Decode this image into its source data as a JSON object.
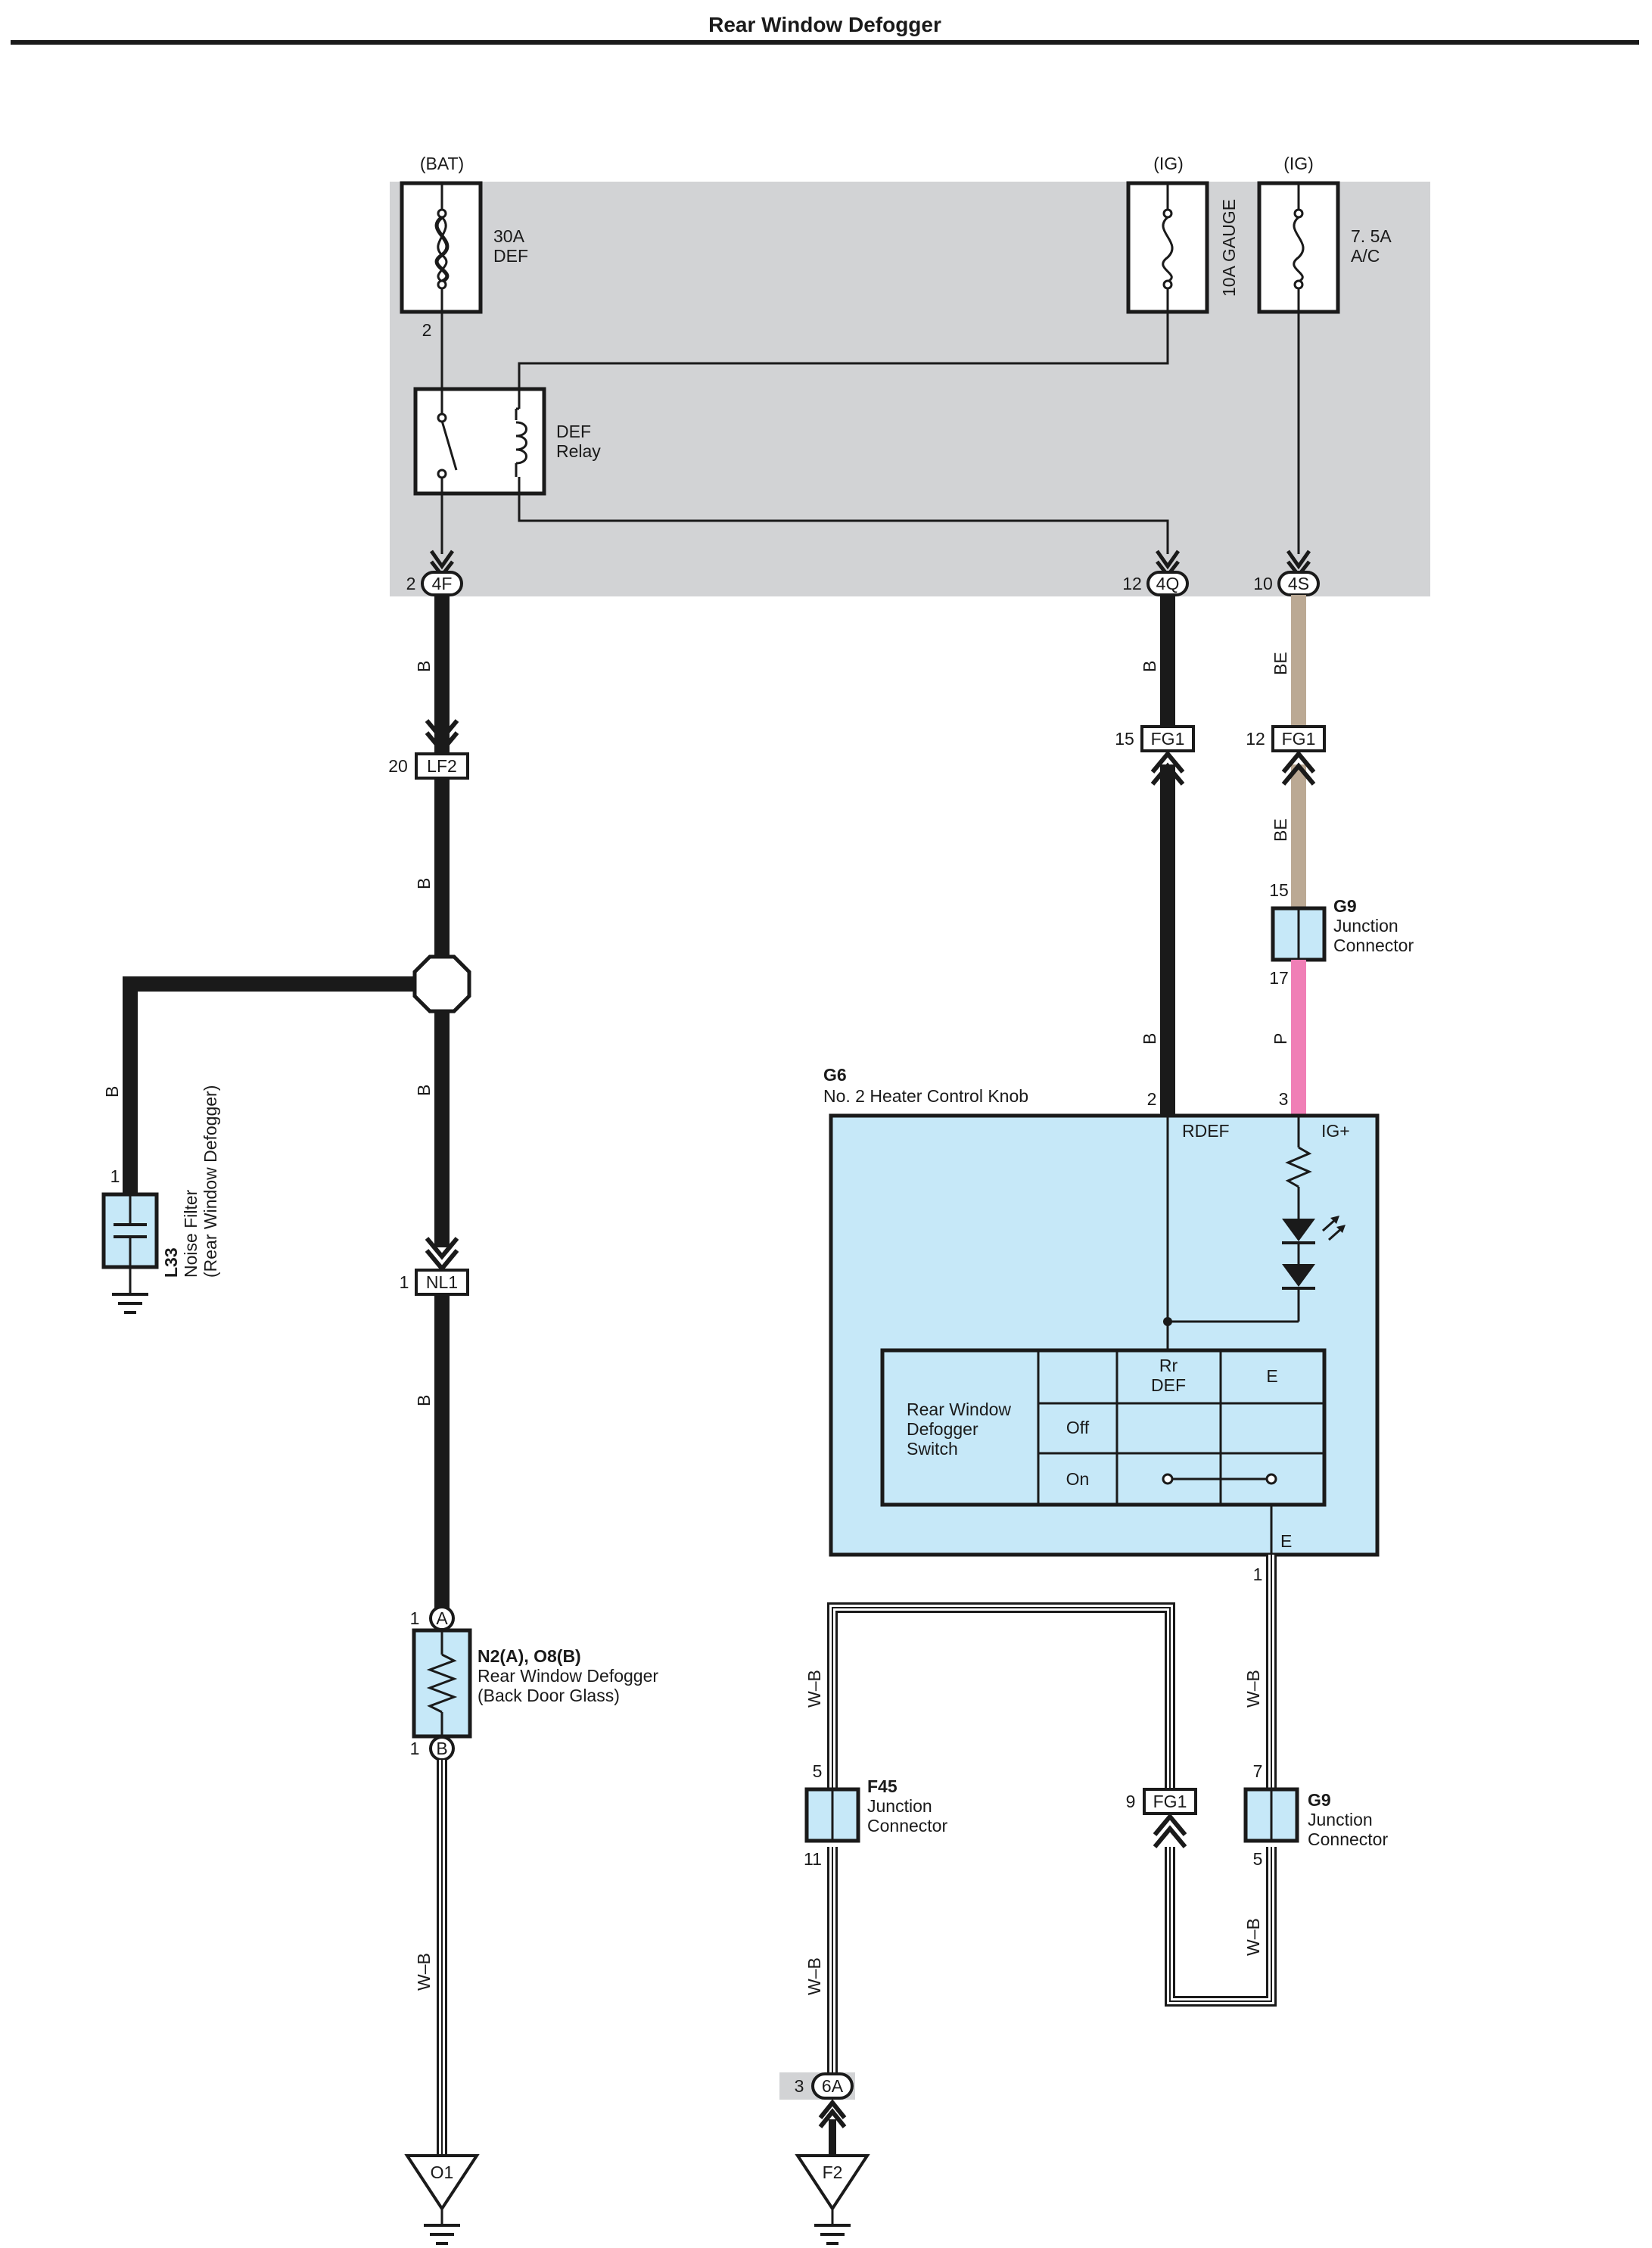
{
  "title": "Rear Window Defogger",
  "fuse_box": {
    "bat_label": "(BAT)",
    "ig1_label": "(IG)",
    "ig2_label": "(IG)",
    "fuse_def_amp": "30A",
    "fuse_def_name": "DEF",
    "fuse_def_pin": "2",
    "fuse_gauge": "10A GAUGE",
    "fuse_ac_amp": "7. 5A",
    "fuse_ac_name": "A/C",
    "relay_line1": "DEF",
    "relay_line2": "Relay",
    "conn_4f": "4F",
    "conn_4f_pin": "2",
    "conn_4q": "4Q",
    "conn_4q_pin": "12",
    "conn_4s": "4S",
    "conn_4s_pin": "10"
  },
  "wires": {
    "b": "B",
    "be": "BE",
    "p": "P",
    "wb": "W–B"
  },
  "connectors": {
    "lf2": "LF2",
    "lf2_pin": "20",
    "fg1_a": "FG1",
    "fg1_a_pin": "15",
    "fg1_b": "FG1",
    "fg1_b_pin": "12",
    "fg1_c": "FG1",
    "fg1_c_pin": "9",
    "nl1": "NL1",
    "nl1_pin": "1",
    "conn_6a": "6A",
    "conn_6a_pin": "3"
  },
  "components": {
    "g9_top": {
      "id": "G9",
      "line1": "Junction",
      "line2": "Connector",
      "pin_in": "15",
      "pin_out": "17"
    },
    "g9_bot": {
      "id": "G9",
      "line1": "Junction",
      "line2": "Connector",
      "pin_in": "7",
      "pin_out": "5"
    },
    "f45": {
      "id": "F45",
      "line1": "Junction",
      "line2": "Connector",
      "pin_in": "5",
      "pin_out": "11"
    },
    "l33": {
      "id": "L33",
      "line1": "Noise Filter",
      "line2": "(Rear Window Defogger)",
      "pin": "1"
    },
    "n2": {
      "id": "N2(A), O8(B)",
      "line1": "Rear Window Defogger",
      "line2": "(Back Door Glass)",
      "pin_a": "1",
      "pin_b": "1",
      "term_a": "A",
      "term_b": "B"
    },
    "g6": {
      "id": "G6",
      "name": "No. 2 Heater Control Knob",
      "pin_rdef": "2",
      "pin_ig": "3",
      "pin_e": "1",
      "label_rdef": "RDEF",
      "label_ig": "IG+",
      "label_e": "E"
    }
  },
  "switch_table": {
    "name_line1": "Rear Window",
    "name_line2": "Defogger",
    "name_line3": "Switch",
    "col1_line1": "Rr",
    "col1_line2": "DEF",
    "col2": "E",
    "row_off": "Off",
    "row_on": "On"
  },
  "grounds": {
    "o1": "O1",
    "f2": "F2"
  },
  "colors": {
    "fuse_area": "#d2d3d5",
    "component_fill": "#c6e8f8",
    "wire_be": "#bba994",
    "wire_p": "#f07fb6",
    "wire_b": "#1a1a1a"
  }
}
